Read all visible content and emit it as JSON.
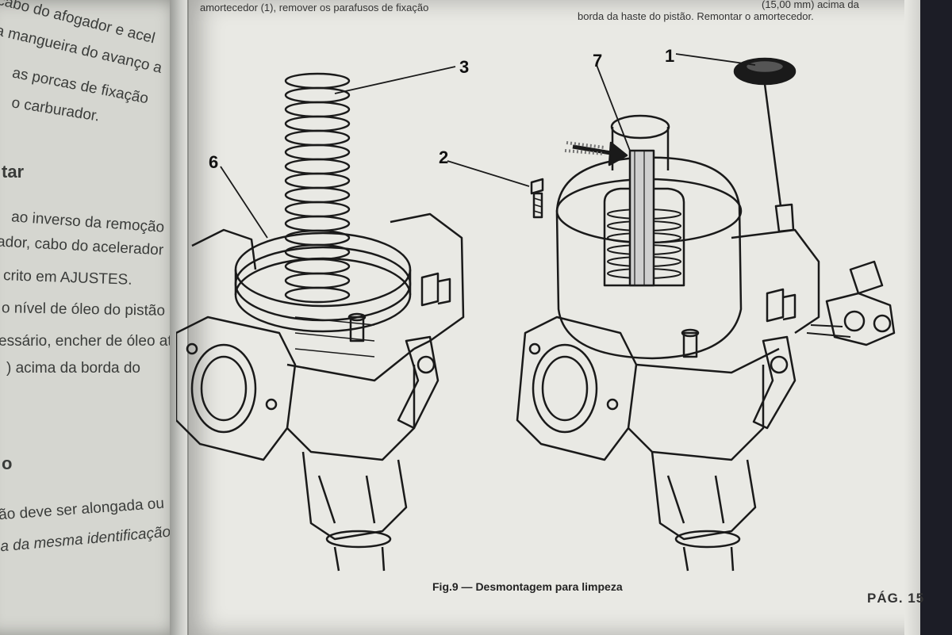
{
  "left_page": {
    "lines": [
      "cabo do afogador e acel",
      "a mangueira do avanço a",
      "as porcas de fixação",
      "o carburador.",
      "tar",
      "ao inverso da remoção",
      "ador, cabo do acelerador",
      "crito em AJUSTES.",
      "o nível de óleo do pistão",
      "essário, encher de óleo até",
      ") acima da borda do",
      "o",
      "ão deve ser alongada ou",
      "a da mesma identificação"
    ]
  },
  "top_text": {
    "left": "amortecedor (1), remover os parafusos de fixação",
    "right_line1": "(15,00 mm) acima da",
    "right_line2": "borda da haste do pistão. Remontar o amortecedor."
  },
  "figure": {
    "callouts": [
      "1",
      "2",
      "3",
      "6",
      "7"
    ],
    "caption": "Fig.9 — Desmontagem para limpeza"
  },
  "page_number": "PÁG. 15"
}
